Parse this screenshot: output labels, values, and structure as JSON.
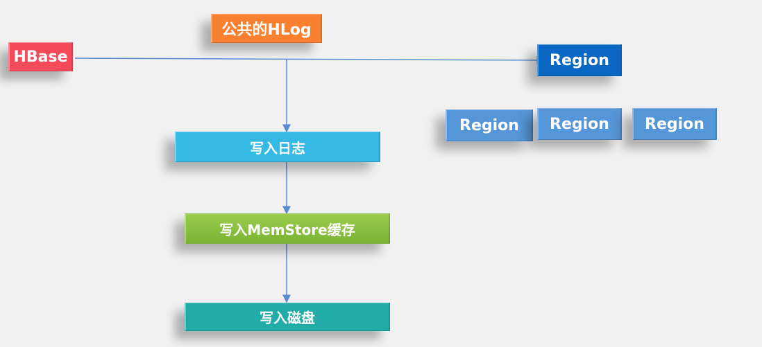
{
  "nodes": {
    "hbase": "HBase",
    "hlog": "公共的HLog",
    "region_main": "Region",
    "regions": [
      "Region",
      "Region",
      "Region"
    ],
    "write_log": "写入日志",
    "write_memstore": "写入MemStore缓存",
    "write_disk": "写入磁盘"
  },
  "colors": {
    "hbase": "#f44a5c",
    "hlog": "#f88030",
    "region_main": "#0a68c4",
    "region": "#5596d8",
    "write_log": "#33b9e4",
    "write_memstore": "#8cc240",
    "write_disk": "#22aca8",
    "connector": "#5b8ad0"
  }
}
